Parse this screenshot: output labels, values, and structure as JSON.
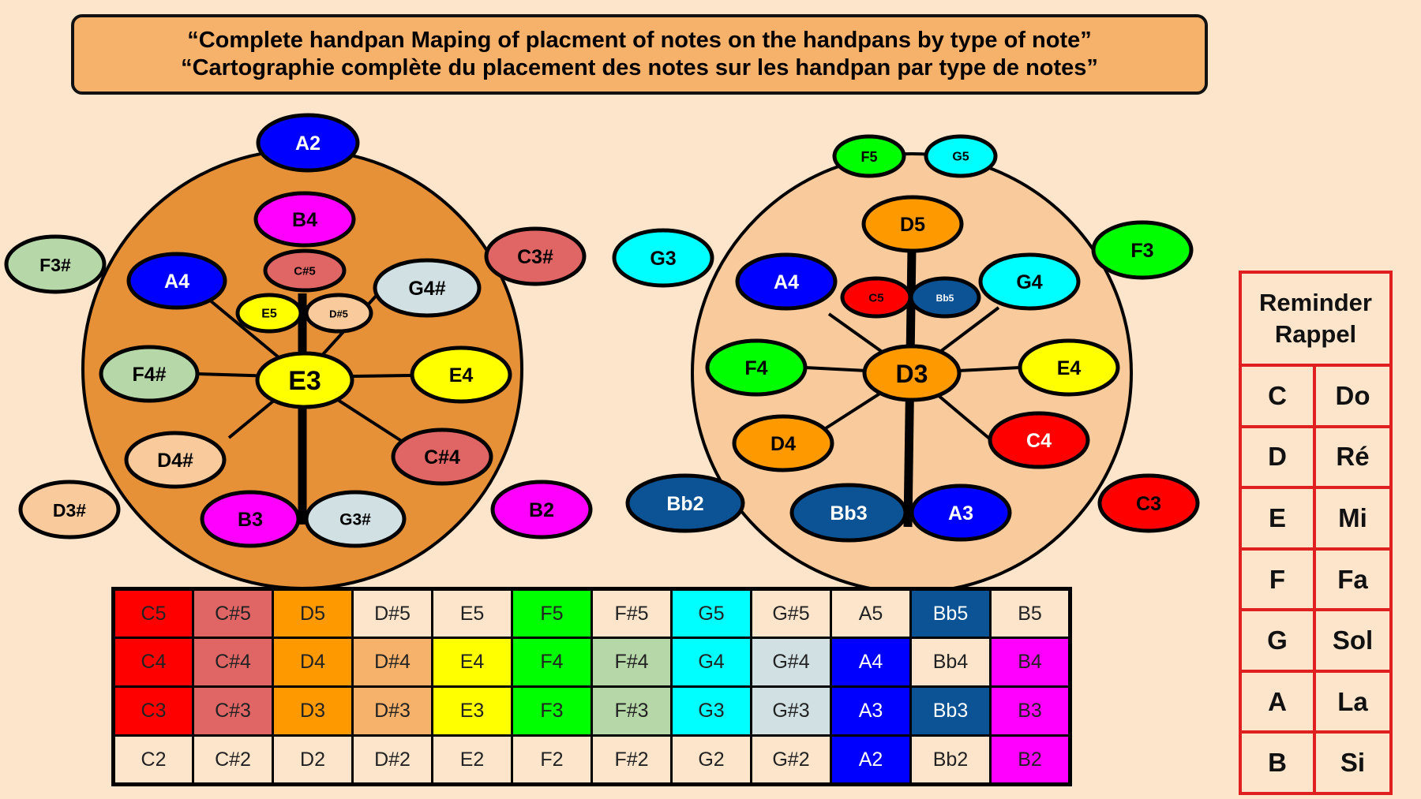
{
  "title": {
    "line1": "“Complete handpan Maping of placment of notes on the handpans by type of note”",
    "line2": "“Cartographie complète du placement des notes sur les handpan par type de notes”"
  },
  "colors": {
    "page_bg": "#fde5cc",
    "title_bg": "#f6b26b",
    "pan1_body": "#e69138",
    "pan2_body": "#f9cb9c",
    "reminder_border": "#e02020"
  },
  "note_colors": {
    "C": "#ff0000",
    "C#": "#e06666",
    "D": "#ff9900",
    "D#": "#f6b26b",
    "E": "#ffff00",
    "F": "#00ff00",
    "F#": "#b6d7a8",
    "G": "#00ffff",
    "G#": "#d0e0e3",
    "A": "#0000ff",
    "Bb": "#0b5394",
    "B": "#ff00ff",
    "plain": "#fde5cc"
  },
  "handpan_left": {
    "center": "E3",
    "notes": [
      {
        "label": "A2",
        "color": "#0000ff",
        "text_color": "#ffffff"
      },
      {
        "label": "B4",
        "color": "#ff00ff",
        "text_color": "#000000"
      },
      {
        "label": "C#5",
        "color": "#e06666",
        "text_color": "#000000"
      },
      {
        "label": "F3#",
        "color": "#b6d7a8",
        "text_color": "#000000"
      },
      {
        "label": "C3#",
        "color": "#e06666",
        "text_color": "#000000"
      },
      {
        "label": "A4",
        "color": "#0000ff",
        "text_color": "#ffffff"
      },
      {
        "label": "G4#",
        "color": "#d0e0e3",
        "text_color": "#000000"
      },
      {
        "label": "E5",
        "color": "#ffff00",
        "text_color": "#000000"
      },
      {
        "label": "D#5",
        "color": "#f9cb9c",
        "text_color": "#000000"
      },
      {
        "label": "F4#",
        "color": "#b6d7a8",
        "text_color": "#000000"
      },
      {
        "label": "E3",
        "color": "#ffff00",
        "text_color": "#000000"
      },
      {
        "label": "E4",
        "color": "#ffff00",
        "text_color": "#000000"
      },
      {
        "label": "D4#",
        "color": "#f9cb9c",
        "text_color": "#000000"
      },
      {
        "label": "C#4",
        "color": "#e06666",
        "text_color": "#000000"
      },
      {
        "label": "D3#",
        "color": "#f9cb9c",
        "text_color": "#000000"
      },
      {
        "label": "B3",
        "color": "#ff00ff",
        "text_color": "#000000"
      },
      {
        "label": "G3#",
        "color": "#d0e0e3",
        "text_color": "#000000"
      },
      {
        "label": "B2",
        "color": "#ff00ff",
        "text_color": "#000000"
      }
    ]
  },
  "handpan_right": {
    "center": "D3",
    "notes": [
      {
        "label": "F5",
        "color": "#00ff00",
        "text_color": "#000000"
      },
      {
        "label": "G5",
        "color": "#00ffff",
        "text_color": "#000000"
      },
      {
        "label": "D5",
        "color": "#ff9900",
        "text_color": "#000000"
      },
      {
        "label": "G3",
        "color": "#00ffff",
        "text_color": "#000000"
      },
      {
        "label": "F3",
        "color": "#00ff00",
        "text_color": "#000000"
      },
      {
        "label": "A4",
        "color": "#0000ff",
        "text_color": "#ffffff"
      },
      {
        "label": "C5",
        "color": "#ff0000",
        "text_color": "#000000"
      },
      {
        "label": "Bb5",
        "color": "#0b5394",
        "text_color": "#ffffff"
      },
      {
        "label": "G4",
        "color": "#00ffff",
        "text_color": "#000000"
      },
      {
        "label": "F4",
        "color": "#00ff00",
        "text_color": "#000000"
      },
      {
        "label": "D3",
        "color": "#ff9900",
        "text_color": "#000000"
      },
      {
        "label": "E4",
        "color": "#ffff00",
        "text_color": "#000000"
      },
      {
        "label": "D4",
        "color": "#ff9900",
        "text_color": "#000000"
      },
      {
        "label": "C4",
        "color": "#ff0000",
        "text_color": "#ffffff"
      },
      {
        "label": "Bb2",
        "color": "#0b5394",
        "text_color": "#ffffff"
      },
      {
        "label": "Bb3",
        "color": "#0b5394",
        "text_color": "#ffffff"
      },
      {
        "label": "A3",
        "color": "#0000ff",
        "text_color": "#ffffff"
      },
      {
        "label": "C3",
        "color": "#ff0000",
        "text_color": "#000000"
      }
    ]
  },
  "note_table": {
    "rows": [
      [
        {
          "t": "C5",
          "c": "#ff0000"
        },
        {
          "t": "C#5",
          "c": "#e06666"
        },
        {
          "t": "D5",
          "c": "#ff9900"
        },
        {
          "t": "D#5",
          "c": "#fde5cc"
        },
        {
          "t": "E5",
          "c": "#fde5cc"
        },
        {
          "t": "F5",
          "c": "#00ff00"
        },
        {
          "t": "F#5",
          "c": "#fde5cc"
        },
        {
          "t": "G5",
          "c": "#00ffff"
        },
        {
          "t": "G#5",
          "c": "#fde5cc"
        },
        {
          "t": "A5",
          "c": "#fde5cc"
        },
        {
          "t": "Bb5",
          "c": "#0b5394",
          "w": true
        },
        {
          "t": "B5",
          "c": "#fde5cc"
        }
      ],
      [
        {
          "t": "C4",
          "c": "#ff0000"
        },
        {
          "t": "C#4",
          "c": "#e06666"
        },
        {
          "t": "D4",
          "c": "#ff9900"
        },
        {
          "t": "D#4",
          "c": "#f6b26b"
        },
        {
          "t": "E4",
          "c": "#ffff00"
        },
        {
          "t": "F4",
          "c": "#00ff00"
        },
        {
          "t": "F#4",
          "c": "#b6d7a8"
        },
        {
          "t": "G4",
          "c": "#00ffff"
        },
        {
          "t": "G#4",
          "c": "#d0e0e3"
        },
        {
          "t": "A4",
          "c": "#0000ff",
          "w": true
        },
        {
          "t": "Bb4",
          "c": "#fde5cc"
        },
        {
          "t": "B4",
          "c": "#ff00ff"
        }
      ],
      [
        {
          "t": "C3",
          "c": "#ff0000"
        },
        {
          "t": "C#3",
          "c": "#e06666"
        },
        {
          "t": "D3",
          "c": "#ff9900"
        },
        {
          "t": "D#3",
          "c": "#f6b26b"
        },
        {
          "t": "E3",
          "c": "#ffff00"
        },
        {
          "t": "F3",
          "c": "#00ff00"
        },
        {
          "t": "F#3",
          "c": "#b6d7a8"
        },
        {
          "t": "G3",
          "c": "#00ffff"
        },
        {
          "t": "G#3",
          "c": "#d0e0e3"
        },
        {
          "t": "A3",
          "c": "#0000ff",
          "w": true
        },
        {
          "t": "Bb3",
          "c": "#0b5394",
          "w": true
        },
        {
          "t": "B3",
          "c": "#ff00ff"
        }
      ],
      [
        {
          "t": "C2",
          "c": "#fde5cc"
        },
        {
          "t": "C#2",
          "c": "#fde5cc"
        },
        {
          "t": "D2",
          "c": "#fde5cc"
        },
        {
          "t": "D#2",
          "c": "#fde5cc"
        },
        {
          "t": "E2",
          "c": "#fde5cc"
        },
        {
          "t": "F2",
          "c": "#fde5cc"
        },
        {
          "t": "F#2",
          "c": "#fde5cc"
        },
        {
          "t": "G2",
          "c": "#fde5cc"
        },
        {
          "t": "G#2",
          "c": "#fde5cc"
        },
        {
          "t": "A2",
          "c": "#0000ff",
          "w": true
        },
        {
          "t": "Bb2",
          "c": "#fde5cc"
        },
        {
          "t": "B2",
          "c": "#ff00ff"
        }
      ]
    ]
  },
  "reminder": {
    "title_line1": "Reminder",
    "title_line2": "Rappel",
    "pairs": [
      {
        "en": "C",
        "fr": "Do"
      },
      {
        "en": "D",
        "fr": "Ré"
      },
      {
        "en": "E",
        "fr": "Mi"
      },
      {
        "en": "F",
        "fr": "Fa"
      },
      {
        "en": "G",
        "fr": "Sol"
      },
      {
        "en": "A",
        "fr": "La"
      },
      {
        "en": "B",
        "fr": "Si"
      }
    ]
  }
}
